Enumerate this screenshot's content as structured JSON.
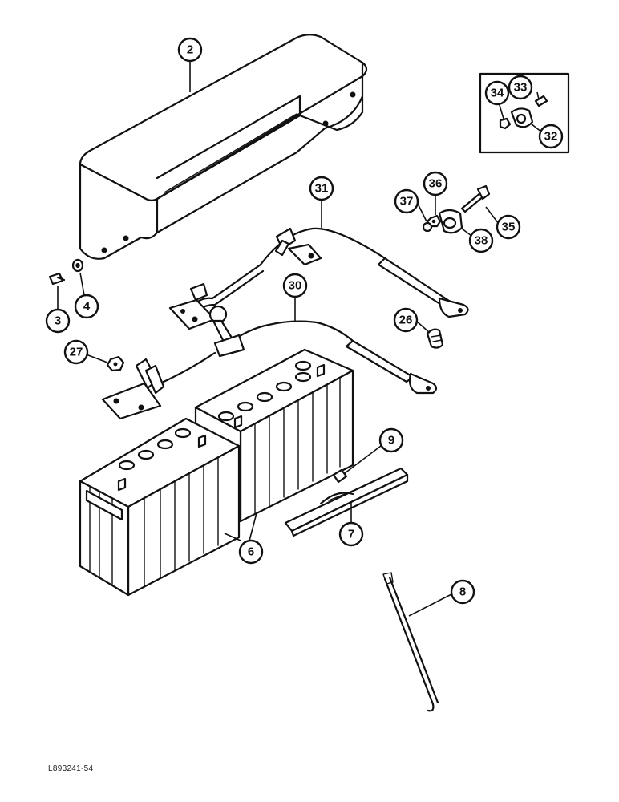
{
  "drawing_code": "L893241-54",
  "callouts": [
    "2",
    "3",
    "4",
    "6",
    "7",
    "8",
    "9",
    "26",
    "27",
    "30",
    "31",
    "32",
    "33",
    "34",
    "35",
    "36",
    "37",
    "38"
  ]
}
